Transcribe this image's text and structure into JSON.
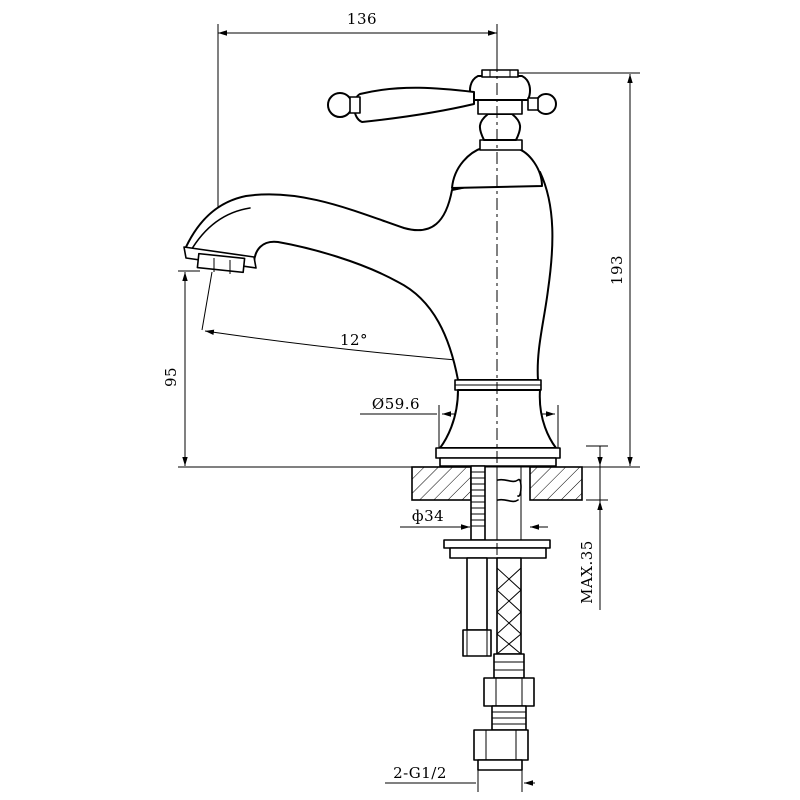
{
  "dimensions": {
    "width": "136",
    "height": "193",
    "spout_height": "95",
    "angle": "12°",
    "base_diameter": "Ø59.6",
    "shank_diameter": "ф34",
    "max_thickness": "MAX.35",
    "thread": "2-G1/2"
  }
}
